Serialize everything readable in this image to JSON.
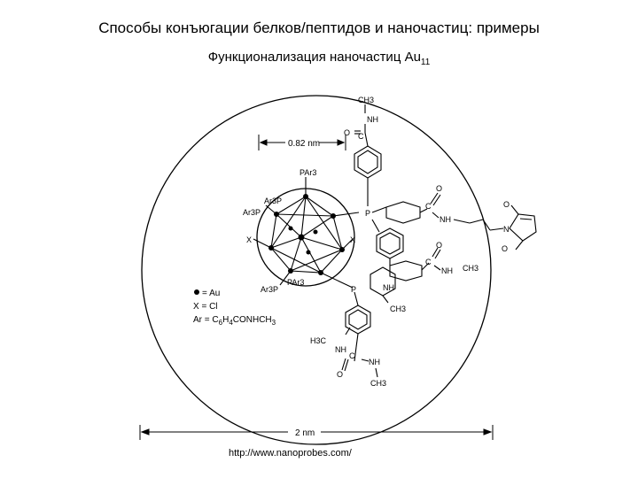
{
  "title": "Способы конъюгации белков/пептидов и наночастиц: примеры",
  "subtitle": {
    "text": "Функционализация наночастиц Au",
    "sub": "11"
  },
  "diagram": {
    "scale_top": "0.82 nm",
    "scale_bottom": "2 nm",
    "legend": {
      "au": "= Au",
      "x": "X = Cl",
      "ar_prefix": "Ar = C",
      "ar_sub1": "6",
      "ar_mid": "H",
      "ar_sub2": "4",
      "ar_suffix": "CONHCH",
      "ar_sub3": "3"
    },
    "labels": {
      "ch3_top": "CH3",
      "nh_top": "NH",
      "o_top": "O",
      "c_top": "C",
      "par3_top": "PAr3",
      "ar3p_1": "Ar3P",
      "ar3p_2": "Ar3P",
      "x_left": "X",
      "x_right": "X",
      "ar3p_3": "Ar3P",
      "par3_bottom": "PAr3",
      "p_center": "P",
      "p_lower": "P",
      "o_right1": "O",
      "c_right1": "C",
      "nh_right1": "NH",
      "o_mal_top": "O",
      "n_mal": "N",
      "o_mal_bottom": "O",
      "o_right2": "O",
      "c_right2": "C",
      "nh_right2": "NH",
      "ch3_right2": "CH3",
      "nh_mid": "NH",
      "ch3_mid": "CH3",
      "h3c_bottom": "H3C",
      "nh_bottom": "NH",
      "c_bottom": "C",
      "o_bottom": "O",
      "nh_bottom2": "NH",
      "ch3_bottom": "CH3"
    }
  },
  "url": "http://www.nanoprobes.com/"
}
